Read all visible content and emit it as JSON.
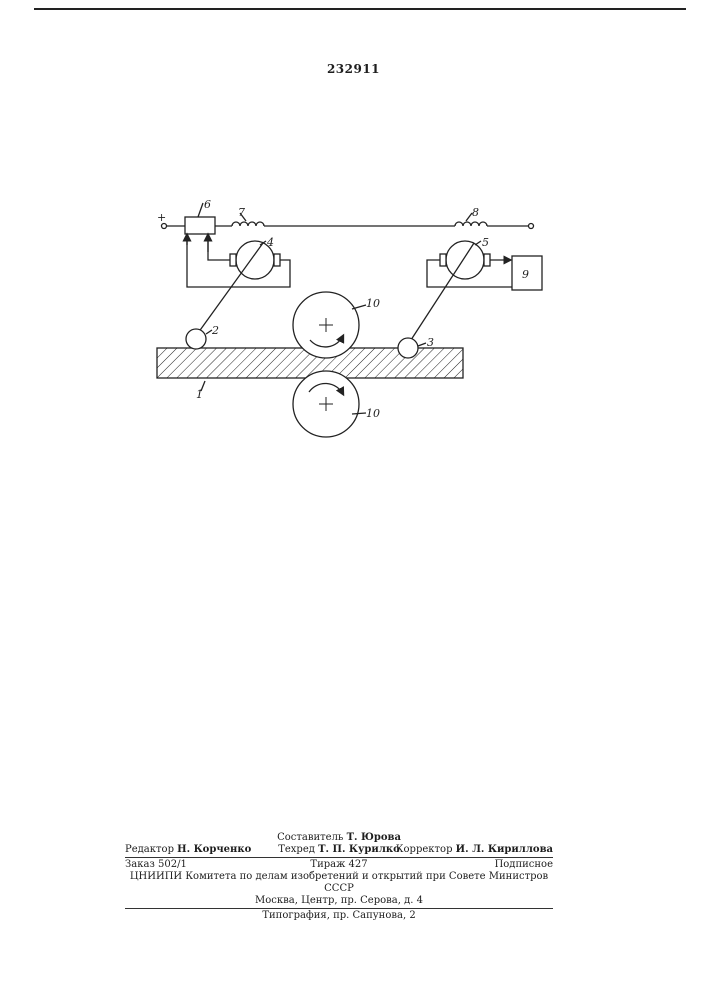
{
  "patent": {
    "number": "232911"
  },
  "figure": {
    "labels": {
      "terminal_plus": "+",
      "strip": "1",
      "sensing_roller_left": "2",
      "sensing_roller_right": "3",
      "motor_left": "4",
      "motor_right": "5",
      "regulator": "6",
      "inductor_left": "7",
      "inductor_right": "8",
      "output_device": "9",
      "work_roll_top": "10",
      "work_roll_bottom": "10"
    }
  },
  "colophon": {
    "compiler": {
      "label": "Составитель",
      "name": "Т. Юрова"
    },
    "editor": {
      "label": "Редактор",
      "name": "Н. Корченко"
    },
    "techred": {
      "label": "Техред",
      "name": "Т. П. Курилко"
    },
    "corrector": {
      "label": "Корректор",
      "name": "И. Л. Кириллова"
    },
    "order": "Заказ 502/1",
    "circulation": "Тираж 427",
    "subscription": "Подписное",
    "institute": "ЦНИИПИ Комитета по делам изобретений и открытий при Совете Министров СССР",
    "address": "Москва, Центр, пр. Серова, д. 4",
    "printer": "Типография, пр. Сапунова, 2"
  }
}
